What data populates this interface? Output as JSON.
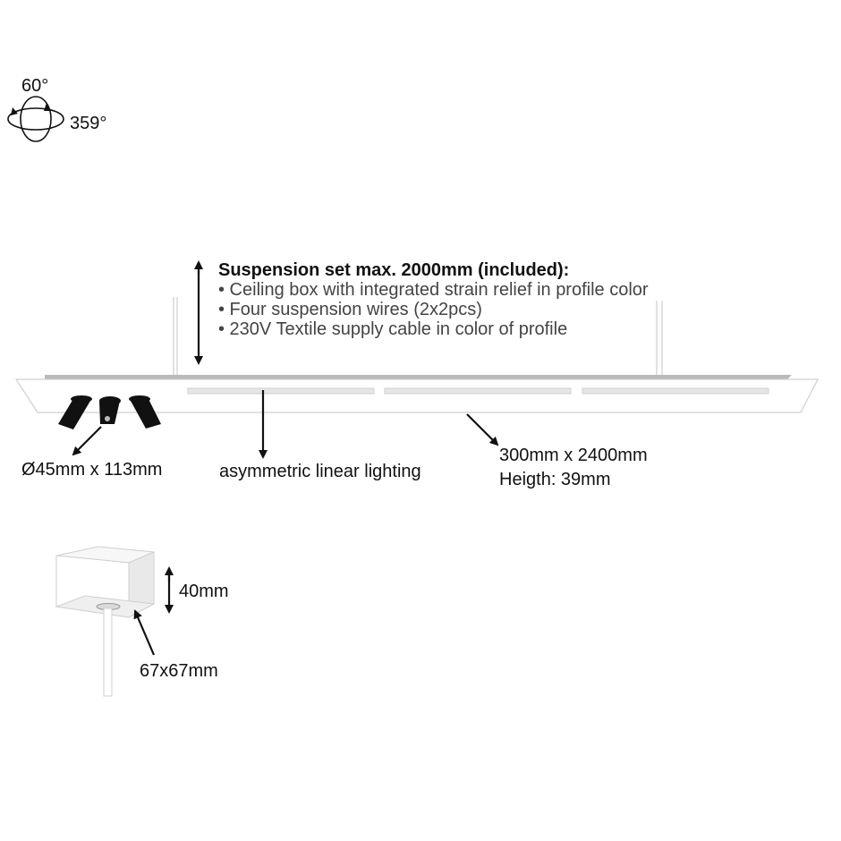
{
  "rotation": {
    "tilt_label": "60°",
    "spin_label": "359°"
  },
  "suspension": {
    "heading": "Suspension set max. 2000mm (included):",
    "bullets": [
      "• Ceiling box with integrated strain relief in profile color",
      "• Four suspension wires (2x2pcs)",
      "• 230V Textile supply cable in color of profile"
    ]
  },
  "labels": {
    "spot_size": "Ø45mm x 113mm",
    "lighting": "asymmetric linear lighting",
    "dimensions": "300mm x 2400mm",
    "height": "Heigth: 39mm"
  },
  "canopy": {
    "height_label": "40mm",
    "size_label": "67x67mm"
  },
  "colors": {
    "text": "#111111",
    "bullet_text": "#444444",
    "fixture": "#ffffff",
    "spot": "#111111"
  }
}
